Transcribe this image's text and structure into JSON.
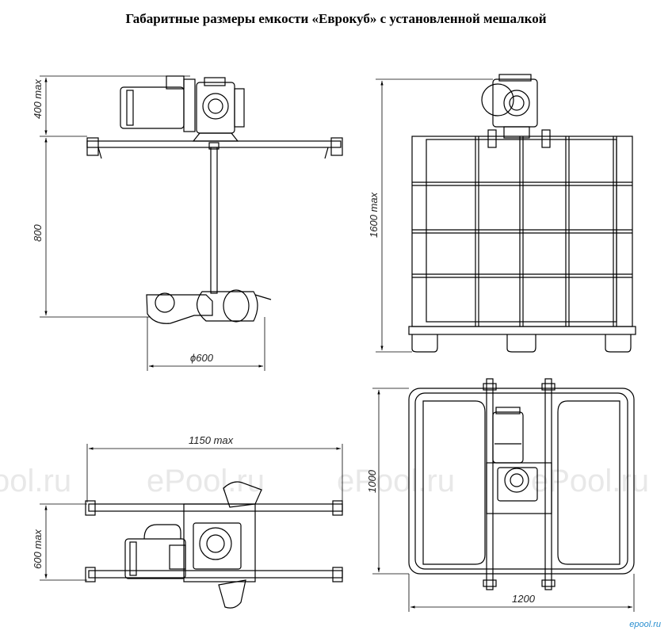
{
  "title": "Габаритные размеры емкости «Еврокуб» с установленной мешалкой",
  "dimensions": {
    "side_motor_height": "400 max",
    "shaft_length": "800",
    "impeller_diameter": "ϕ600",
    "tank_height": "1600 max",
    "top_width": "1150 max",
    "top_depth": "600 max",
    "tank_depth": "1000",
    "tank_width": "1200"
  },
  "watermarks": [
    "ool.ru",
    "ePool.ru",
    "ePool.ru",
    "ePool.ru"
  ],
  "logo": "epool.ru"
}
